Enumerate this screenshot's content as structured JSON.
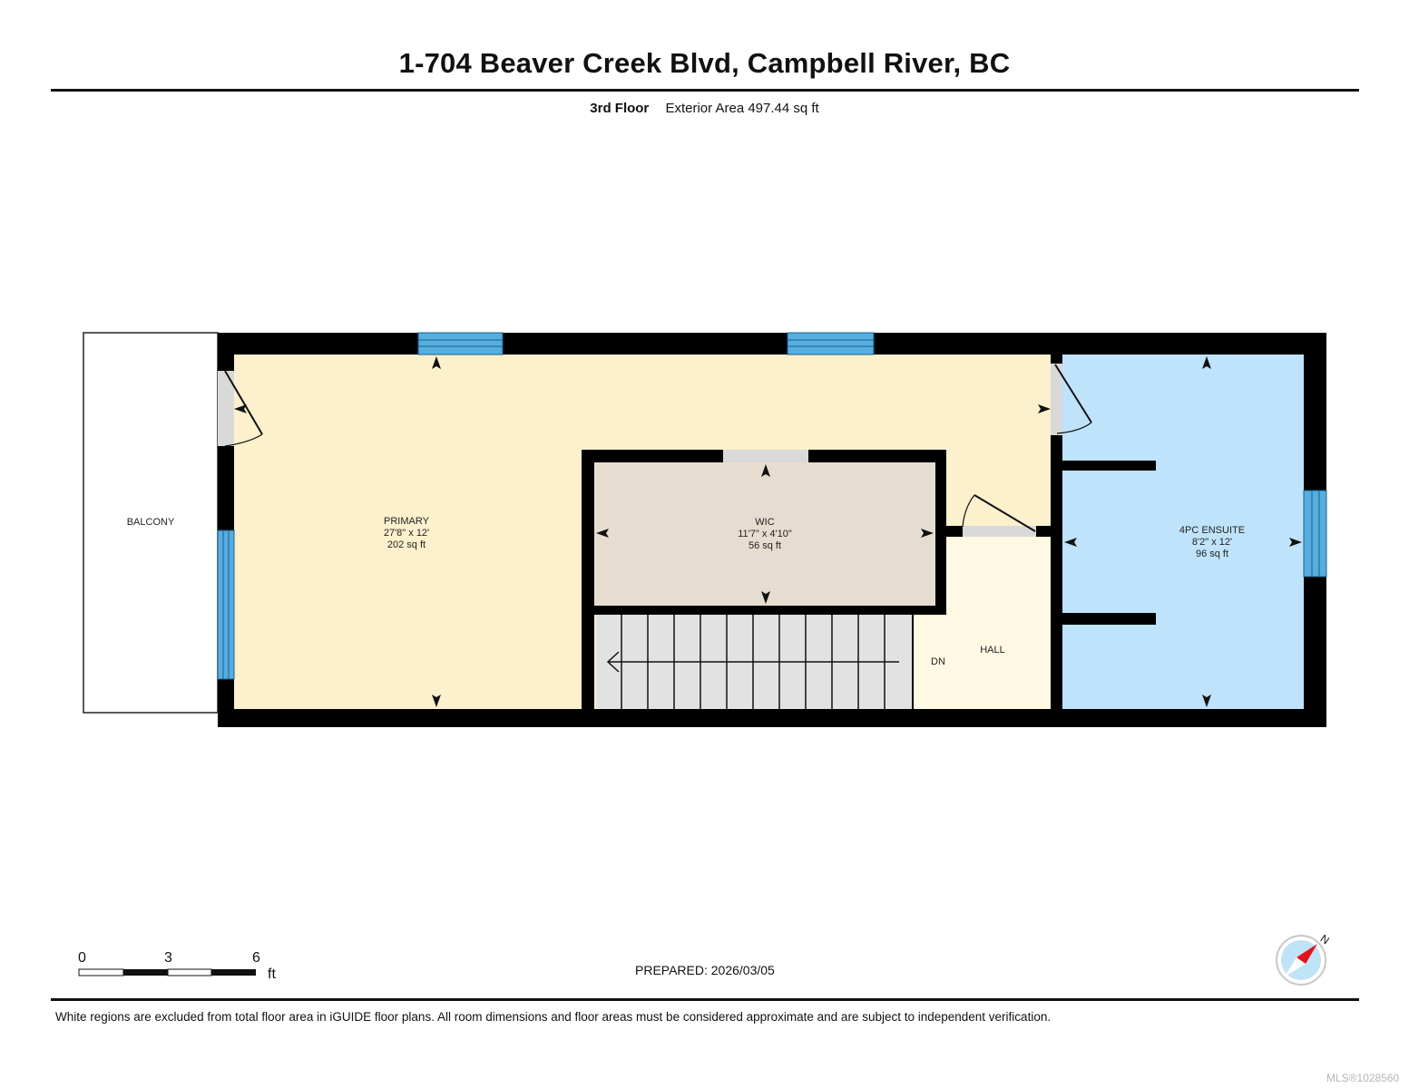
{
  "header": {
    "title": "1-704 Beaver Creek Blvd, Campbell River, BC",
    "floor_name": "3rd Floor",
    "exterior_area": "Exterior Area 497.44 sq ft"
  },
  "rooms": [
    {
      "name": "PRIMARY",
      "dimensions": "27'8\" x 12'",
      "area": "202 sq ft",
      "fill": "#fdf0cc"
    },
    {
      "name": "WIC",
      "dimensions": "11'7\" x 4'10\"",
      "area": "56 sq ft",
      "fill": "#e6ddd0"
    },
    {
      "name": "4PC ENSUITE",
      "dimensions": "8'2\" x 12'",
      "area": "96 sq ft",
      "fill": "#bfe3fb"
    },
    {
      "name": "HALL",
      "fill": "#fff8e3"
    },
    {
      "name": "BALCONY",
      "fill": "#ffffff"
    }
  ],
  "stairs": {
    "label": "DN",
    "fill": "#e2e2e2"
  },
  "colors": {
    "wall": "#000000",
    "window": "#56aee0",
    "door_opening": "#d9d9d9"
  },
  "scale_bar": {
    "ticks": [
      "0",
      "3",
      "6"
    ],
    "unit": "ft"
  },
  "compass": {
    "label": "N",
    "needle_color": "#e3121b",
    "face_color": "#bfe3f7"
  },
  "footer": {
    "prepared": "PREPARED: 2026/03/05",
    "disclaimer": "White regions are excluded from total floor area in iGUIDE floor plans. All room dimensions and floor areas must be considered approximate and are subject to independent verification.",
    "mls": "MLS®1028560"
  }
}
